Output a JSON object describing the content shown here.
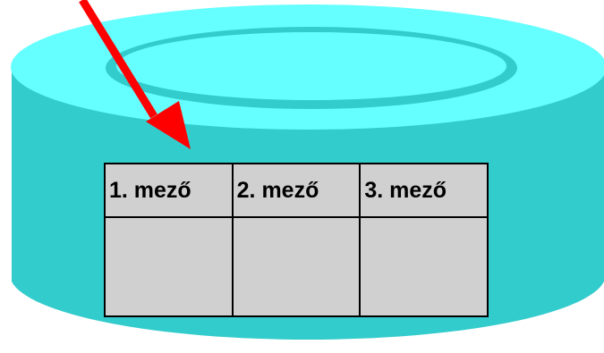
{
  "colors": {
    "cylinder_side": "#33cccc",
    "cylinder_top": "#66ffff",
    "inner_ring": "#33cccc",
    "arrow": "#ff0000",
    "table_fill": "#d0d0d0",
    "grid_line": "#000000"
  },
  "table": {
    "headers": [
      "1. mező",
      "2. mező",
      "3. mező"
    ],
    "rows": [
      [
        "",
        "",
        ""
      ]
    ]
  }
}
